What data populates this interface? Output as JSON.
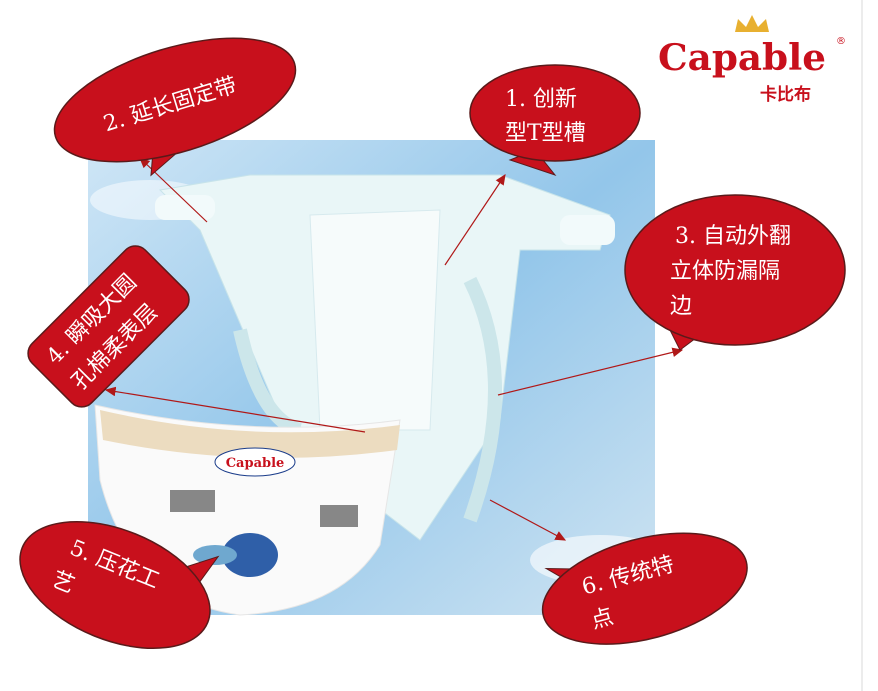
{
  "logo": {
    "brand": "Capable",
    "chinese": "卡比布",
    "registered": "®"
  },
  "product_image": {
    "package_logo": "Capable"
  },
  "callouts": [
    {
      "lines": [
        "1. 创新",
        "型T型槽"
      ]
    },
    {
      "lines": [
        "2. 延长固定带"
      ]
    },
    {
      "lines": [
        "3. 自动外翻",
        "立体防漏隔",
        "边"
      ]
    },
    {
      "lines": [
        "4. 瞬吸大圆",
        "孔棉柔表层"
      ]
    },
    {
      "lines": [
        "5. 压花工",
        "艺"
      ]
    },
    {
      "lines": [
        "6. 传统特",
        "点"
      ]
    }
  ],
  "colors": {
    "callout_fill": "#c8101c",
    "callout_border": "#5a1a1a",
    "arrow": "#b01818",
    "sky": "#a9d2ee",
    "brand_red": "#c8101c",
    "crown_gold": "#e8b030"
  }
}
